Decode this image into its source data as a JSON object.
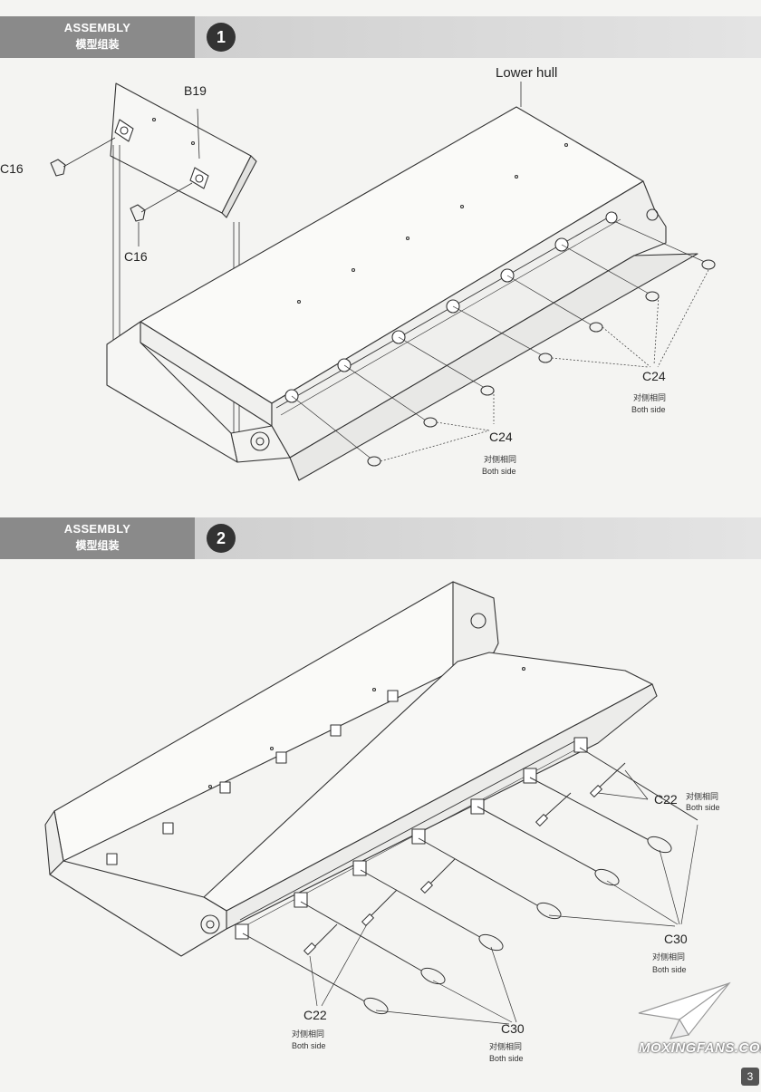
{
  "steps": [
    {
      "header": {
        "title_en": "ASSEMBLY",
        "title_cn": "模型组装",
        "number": "1"
      },
      "labels": {
        "lower_hull": "Lower hull",
        "b19": "B19",
        "c16_a": "C16",
        "c16_b": "C16",
        "c24_a": "C24",
        "c24_a_cn": "对侧相同",
        "c24_a_side": "Both side",
        "c24_b": "C24",
        "c24_b_cn": "对侧相同",
        "c24_b_side": "Both side"
      }
    },
    {
      "header": {
        "title_en": "ASSEMBLY",
        "title_cn": "模型组装",
        "number": "2"
      },
      "labels": {
        "c22_a": "C22",
        "c22_a_cn": "对侧相同",
        "c22_a_side": "Both side",
        "c22_b": "C22",
        "c22_b_cn": "对侧相同",
        "c22_b_side": "Both side",
        "c30_a": "C30",
        "c30_a_cn": "对侧相同",
        "c30_a_side": "Both side",
        "c30_b": "C30",
        "c30_b_cn": "对侧相同",
        "c30_b_side": "Both side"
      }
    }
  ],
  "footer": {
    "watermark": "MOXINGFANS.COM",
    "page": "3"
  }
}
